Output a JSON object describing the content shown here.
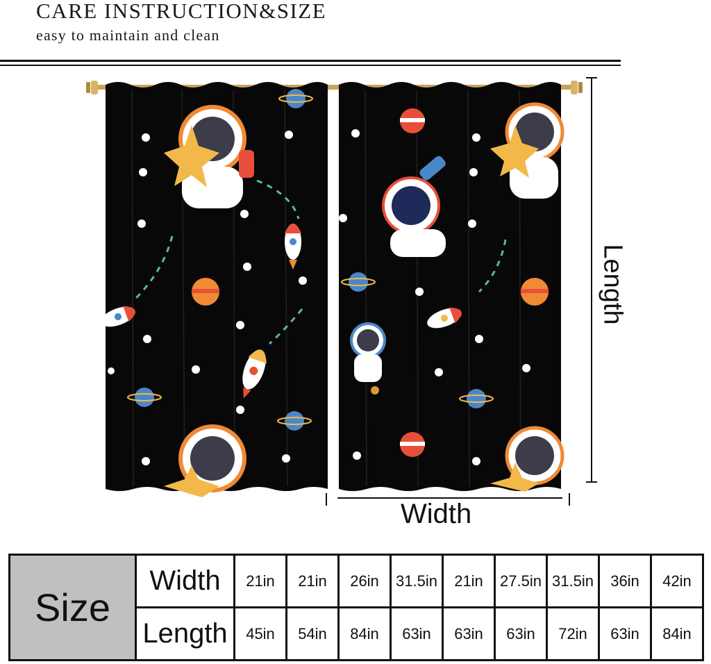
{
  "header": {
    "title": "CARE INSTRUCTION&SIZE",
    "subtitle": "easy to maintain and clean"
  },
  "product_image": {
    "icon": "space-astronaut-curtain-illustration",
    "colors": {
      "fabric": "#080808",
      "rod": "#c9a35a",
      "planet_orange": "#f08a35",
      "planet_blue": "#4b87c8",
      "moon": "#f2b94a",
      "star": "#ffffff"
    }
  },
  "dimensions": {
    "width_label": "Width",
    "length_label": "Length"
  },
  "size_table": {
    "size_label": "Size",
    "width_label": "Width",
    "length_label": "Length",
    "widths": [
      "21in",
      "21in",
      "26in",
      "31.5in",
      "21in",
      "27.5in",
      "31.5in",
      "36in",
      "42in"
    ],
    "lengths": [
      "45in",
      "54in",
      "84in",
      "63in",
      "63in",
      "63in",
      "72in",
      "63in",
      "84in"
    ]
  }
}
